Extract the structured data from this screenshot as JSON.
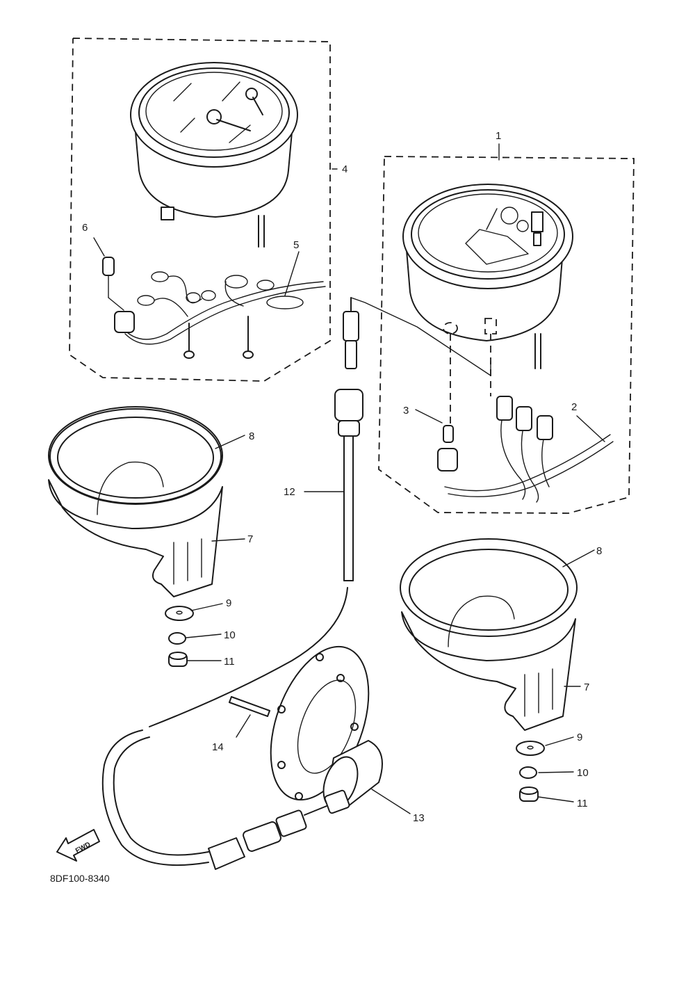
{
  "callouts": {
    "c1": "1",
    "c2": "2",
    "c3": "3",
    "c4": "4",
    "c5": "5",
    "c6": "6",
    "c7a": "7",
    "c7b": "7",
    "c8a": "8",
    "c8b": "8",
    "c9a": "9",
    "c9b": "9",
    "c10a": "10",
    "c10b": "10",
    "c11a": "11",
    "c11b": "11",
    "c12": "12",
    "c13": "13",
    "c14": "14"
  },
  "direction_label": "FWD",
  "diagram_code": "8DF100-8340"
}
